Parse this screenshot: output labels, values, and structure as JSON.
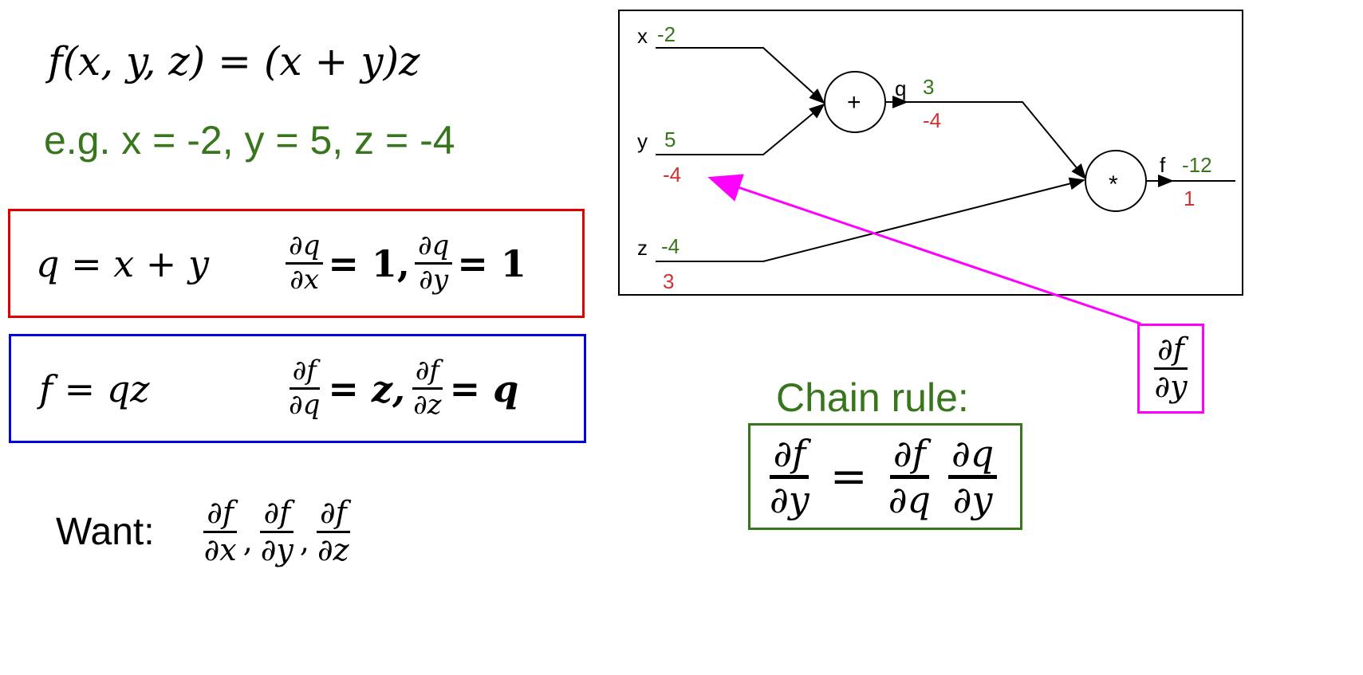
{
  "function": {
    "lhs": "f(x, y, z)",
    "rhs": "= (x + y)z"
  },
  "example": "e.g. x = -2, y = 5, z = -4",
  "q_box": {
    "equation": "q = x + y",
    "d1": {
      "num": "∂q",
      "den": "∂x",
      "tail": "= 1,"
    },
    "d2": {
      "num": "∂q",
      "den": "∂y",
      "tail": "= 1"
    },
    "border_color": "#e00000"
  },
  "f_box": {
    "equation": "f = qz",
    "d1": {
      "num": "∂f",
      "den": "∂q",
      "tail": "= z,"
    },
    "d2": {
      "num": "∂f",
      "den": "∂z",
      "tail": "= q"
    },
    "border_color": "#0000e0"
  },
  "want": {
    "label": "Want:",
    "terms": [
      {
        "num": "∂f",
        "den": "∂x",
        "sep": ","
      },
      {
        "num": "∂f",
        "den": "∂y",
        "sep": ","
      },
      {
        "num": "∂f",
        "den": "∂z",
        "sep": ""
      }
    ]
  },
  "chain_rule": {
    "title": "Chain rule:",
    "lhs": {
      "num": "∂f",
      "den": "∂y"
    },
    "equals": "=",
    "rhs": [
      {
        "num": "∂f",
        "den": "∂q"
      },
      {
        "num": "∂q",
        "den": "∂y"
      }
    ],
    "border_color": "#38761d"
  },
  "highlight": {
    "num": "∂f",
    "den": "∂y",
    "color": "#ff00ff"
  },
  "graph": {
    "inputs": {
      "x": {
        "name": "x",
        "value": "-2"
      },
      "y": {
        "name": "y",
        "value": "5",
        "grad": "-4"
      },
      "z": {
        "name": "z",
        "value": "-4",
        "grad": "3"
      }
    },
    "add_node": {
      "symbol": "+",
      "out_name": "q",
      "value": "3",
      "grad": "-4"
    },
    "mul_node": {
      "symbol": "*",
      "out_name": "f",
      "value": "-12",
      "grad": "1"
    }
  },
  "colors": {
    "value": "#38761d",
    "gradient": "#cc3333",
    "arrow": "#ff00ff"
  }
}
